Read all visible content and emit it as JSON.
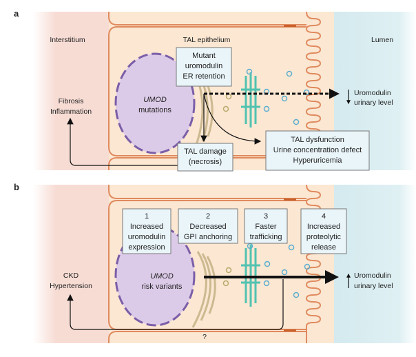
{
  "panels": [
    {
      "letter": "a",
      "regions": {
        "left": "Interstitium",
        "middle": "TAL epithelium",
        "right": "Lumen"
      },
      "nucleus": {
        "line1": "UMOD",
        "line2": "mutations"
      },
      "boxes": {
        "er": [
          "Mutant",
          "uromodulin",
          "ER retention"
        ],
        "damage": [
          "TAL damage",
          "(necrosis)"
        ],
        "dysfunction": [
          "TAL dysfunction",
          "Urine concentration defect",
          "Hyperuricemia"
        ]
      },
      "outcome_left": [
        "Fibrosis",
        "Inflammation"
      ],
      "outcome_right": [
        "Uromodulin",
        "urinary level"
      ],
      "outcome_right_direction": "decrease"
    },
    {
      "letter": "b",
      "nucleus": {
        "line1": "UMOD",
        "line2": "risk variants"
      },
      "steps": [
        [
          "1",
          "Increased",
          "uromodulin",
          "expression"
        ],
        [
          "2",
          "Decreased",
          "GPI anchoring"
        ],
        [
          "3",
          "Faster",
          "trafficking"
        ],
        [
          "4",
          "Increased",
          "proteolytic",
          "release"
        ]
      ],
      "outcome_left": [
        "CKD",
        "Hypertension"
      ],
      "outcome_right": [
        "Uromodulin",
        "urinary level"
      ],
      "outcome_right_direction": "increase",
      "question": "?"
    }
  ],
  "colors": {
    "interstitium": "#f6d9d2",
    "cell": "#fbe6cf",
    "lumen": "#d6ebef",
    "membrane": "#e08a5e",
    "nucleus": "#d9c6e6",
    "nucleus_border": "#7b5ea8",
    "golgi": "#d8c6a0",
    "vesicle": "#5aaed0",
    "er": "#52c2b0"
  }
}
